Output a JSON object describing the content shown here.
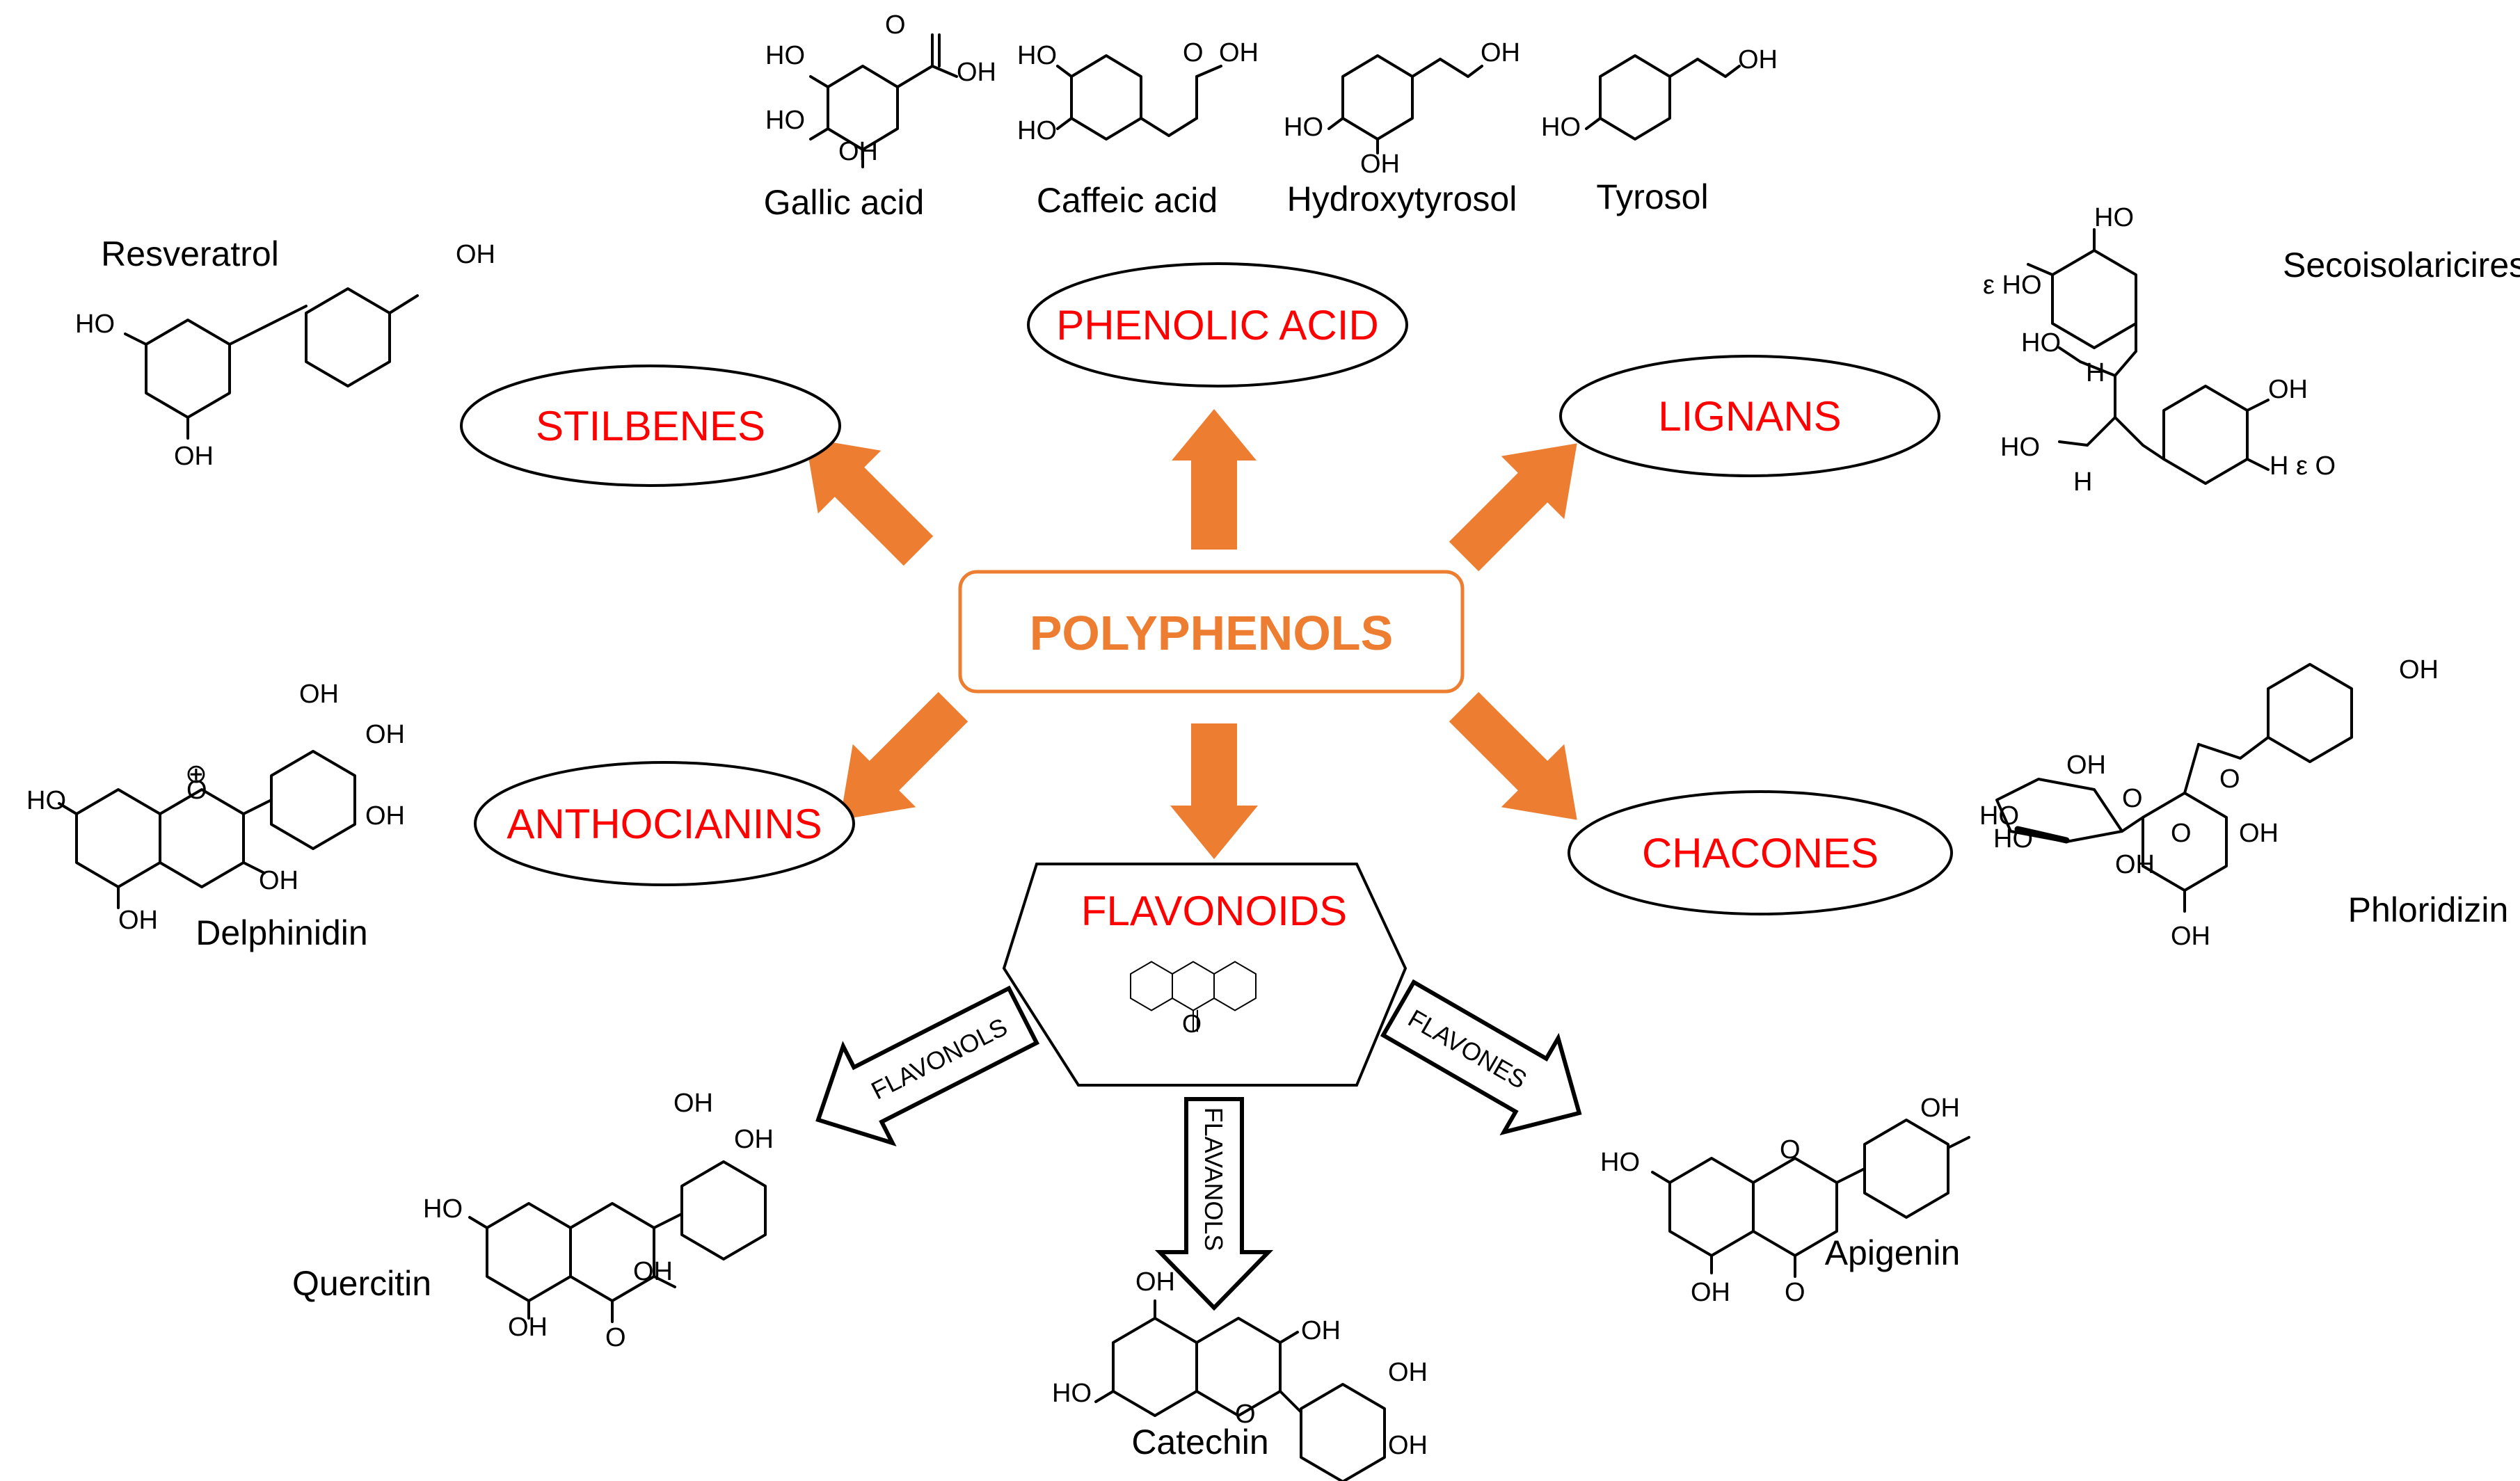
{
  "root_label": "POLYPHENOLS",
  "colors": {
    "accent": "#ed7d31",
    "class_text": "#ff0000",
    "line": "#000000"
  },
  "classes": {
    "phenolic_acid": "PHENOLIC ACID",
    "stilbenes": "STILBENES",
    "lignans": "LIGNANS",
    "anthocianins": "ANTHOCIANINS",
    "chacones": "CHACONES",
    "flavonoids": "FLAVONOIDS"
  },
  "subclasses": {
    "flavonols": "FLAVONOLS",
    "flavanols": "FLAVANOLS",
    "flavones": "FLAVONES"
  },
  "compounds": {
    "gallic_acid": "Gallic acid",
    "caffeic_acid": "Caffeic acid",
    "hydroxytyrosol": "Hydroxytyrosol",
    "tyrosol": "Tyrosol",
    "resveratrol": "Resveratrol",
    "secoisolariciresinol": "Secoisolariciresinol",
    "delphinidin": "Delphinidin",
    "phloridizin": "Phloridizin",
    "quercitin": "Quercitin",
    "catechin": "Catechin",
    "apigenin": "Apigenin"
  },
  "atoms": {
    "ho": "HO",
    "oh": "OH",
    "o": "O",
    "h": "H",
    "ch3_rev": "ε HO",
    "h3c_rev": "H ε O",
    "plus": "⊕"
  }
}
